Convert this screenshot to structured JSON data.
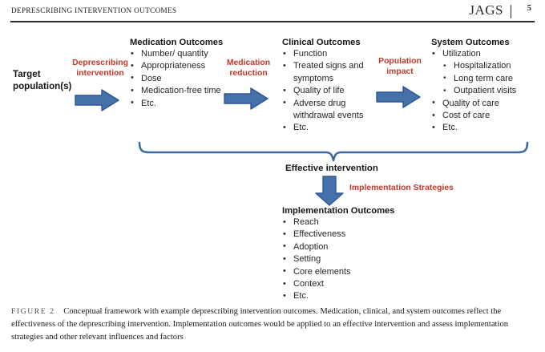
{
  "running_head": {
    "title": "DEPRESCRIBING INTERVENTION OUTCOMES",
    "journal": "JAGS",
    "page": "5"
  },
  "figure": {
    "target": {
      "line1": "Target",
      "line2": "population(s)"
    },
    "transitions": [
      {
        "name": "deprescribing-intervention",
        "line1": "Deprescribing",
        "line2": "intervention"
      },
      {
        "name": "medication-reduction",
        "line1": "Medication",
        "line2": "reduction"
      },
      {
        "name": "population-impact",
        "line1": "Population",
        "line2": "impact"
      }
    ],
    "columns": [
      {
        "id": "medication-outcomes",
        "title": "Medication Outcomes",
        "items": [
          {
            "text": "Number/ quantity"
          },
          {
            "text": "Appropriateness"
          },
          {
            "text": "Dose"
          },
          {
            "text": "Medication-free time"
          },
          {
            "text": "Etc."
          }
        ]
      },
      {
        "id": "clinical-outcomes",
        "title": "Clinical Outcomes",
        "items": [
          {
            "text": "Function"
          },
          {
            "text": "Treated signs and symptoms"
          },
          {
            "text": "Quality of life"
          },
          {
            "text": "Adverse drug withdrawal events"
          },
          {
            "text": "Etc."
          }
        ]
      },
      {
        "id": "system-outcomes",
        "title": "System Outcomes",
        "items": [
          {
            "text": "Utilization",
            "sub": [
              "Hospitalization",
              "Long term care",
              "Outpatient visits"
            ]
          },
          {
            "text": "Quality of care"
          },
          {
            "text": "Cost of care"
          },
          {
            "text": "Etc."
          }
        ]
      }
    ],
    "effective_intervention": "Effective intervention",
    "implementation_strategies": "Implementation Strategies",
    "implementation": {
      "title": "Implementation Outcomes",
      "items": [
        {
          "text": "Reach"
        },
        {
          "text": "Effectiveness"
        },
        {
          "text": "Adoption"
        },
        {
          "text": "Setting"
        },
        {
          "text": "Core elements"
        },
        {
          "text": "Context"
        },
        {
          "text": "Etc."
        }
      ]
    },
    "colors": {
      "arrow_fill": "#4472a8",
      "arrow_stroke": "#2f5596",
      "brace": "#41699e",
      "red_label": "#c0392b"
    }
  },
  "caption": {
    "tag": "FIGURE 2",
    "text": "Conceptual framework with example deprescribing intervention outcomes. Medication, clinical, and system outcomes reflect the effectiveness of the deprescribing intervention. Implementation outcomes would be applied to an effective intervention and assess implementation strategies and other relevant influences and factors"
  }
}
